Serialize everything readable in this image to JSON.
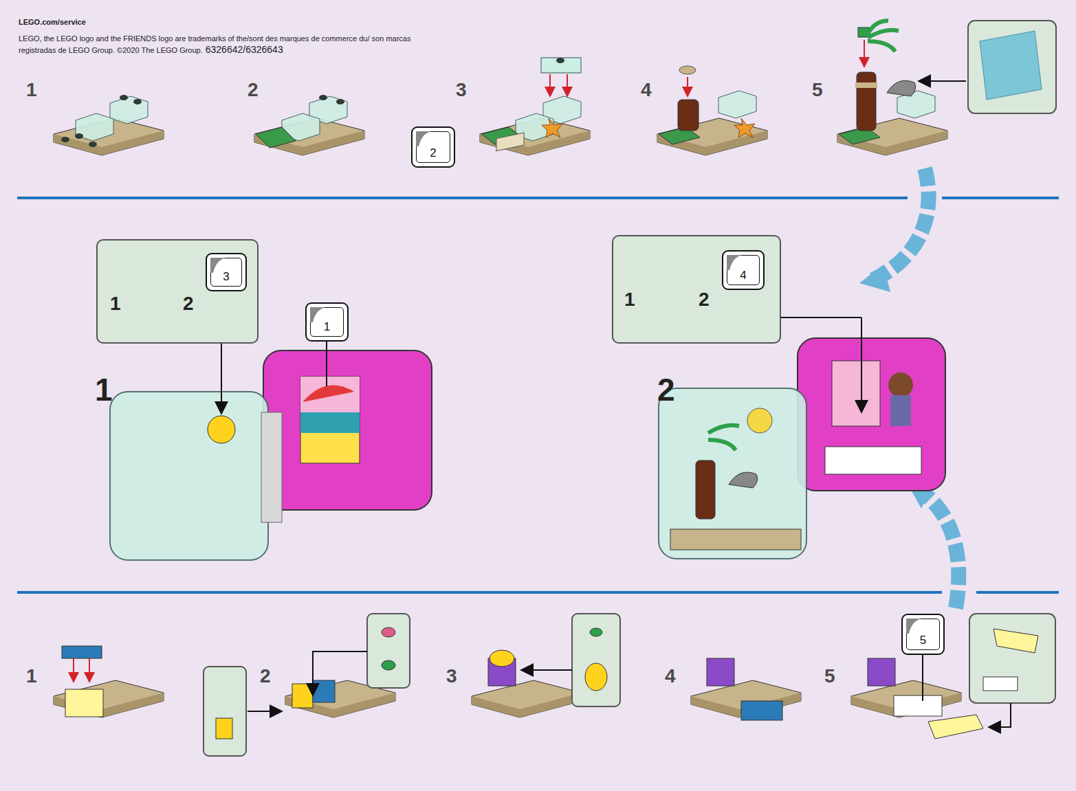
{
  "diagram": {
    "nodes": [
      {
        "text": [
          "2"
        ]
      },
      {
        "text": [
          "1",
          "2"
        ]
      },
      {
        "text": [
          "3"
        ],
        "in": 1
      },
      {
        "text": [
          "1"
        ]
      },
      {
        "text": [
          "1",
          "2"
        ]
      },
      {
        "text": [
          "4"
        ],
        "in": 4
      },
      {
        "text": [
          "5"
        ]
      }
    ],
    "labels": [
      "LEGO.com/service",
      "LEGO, the LEGO logo and the FRIENDS logo are trademarks of the/sont des marques de commerce du/ son marcas registradas de LEGO Group. ©2020 The LEGO Group.",
      "6326642/6326643",
      "1",
      "2",
      "3",
      "4",
      "5",
      "1",
      "2",
      "1",
      "2",
      "3",
      "4",
      "5"
    ]
  }
}
